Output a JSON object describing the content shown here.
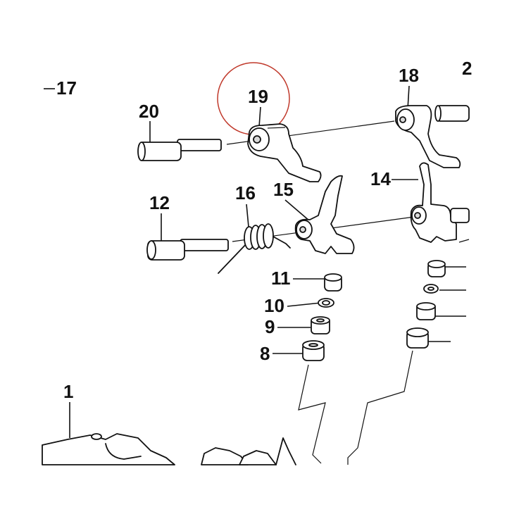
{
  "callouts": {
    "p17": "17",
    "p20": "20",
    "p19": "19",
    "p18": "18",
    "p14": "14",
    "p15": "15",
    "p16": "16",
    "p12": "12",
    "p11": "11",
    "p10": "10",
    "p9": "9",
    "p8": "8",
    "p1": "1",
    "p2_partial": "2"
  },
  "highlight": {
    "target": "19",
    "color": "#c0392b"
  }
}
